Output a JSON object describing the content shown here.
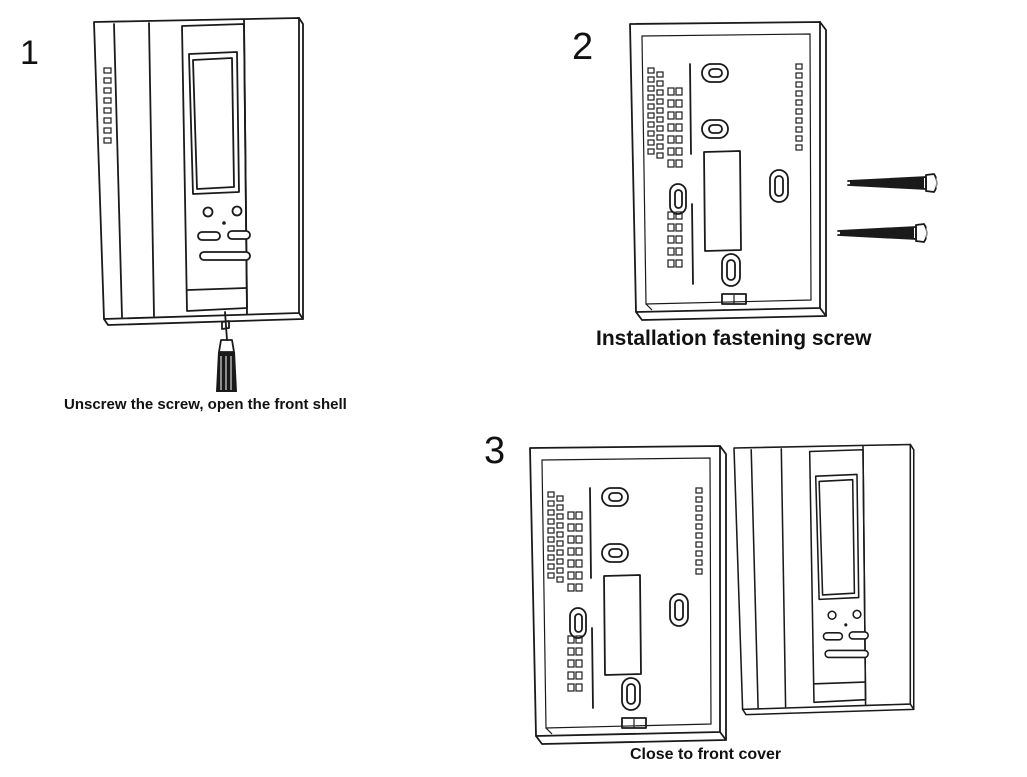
{
  "steps": [
    {
      "number": "1",
      "caption": "Unscrew the screw, open the front shell"
    },
    {
      "number": "2",
      "caption": "Installation fastening screw"
    },
    {
      "number": "3",
      "caption": "Close to front cover"
    }
  ],
  "colors": {
    "line": "#1a1a1a",
    "background": "#ffffff"
  }
}
